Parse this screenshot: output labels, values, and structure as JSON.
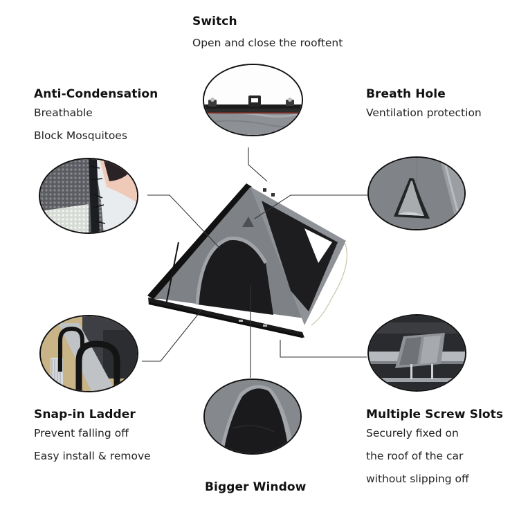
{
  "features": {
    "switch": {
      "title": "Switch",
      "lines": [
        "Open and close the rooftent"
      ]
    },
    "anti_condensation": {
      "title": "Anti-Condensation",
      "lines": [
        "Breathable",
        "Block Mosquitoes"
      ]
    },
    "breath_hole": {
      "title": "Breath Hole",
      "lines": [
        "Ventilation protection"
      ]
    },
    "snap_in_ladder": {
      "title": "Snap-in Ladder",
      "lines": [
        "Prevent falling off",
        "Easy install & remove"
      ]
    },
    "multiple_screw_slots": {
      "title": "Multiple Screw Slots",
      "lines": [
        "Securely fixed on",
        "the roof of the car",
        "without slipping off"
      ]
    },
    "bigger_window": {
      "title": "Bigger Window"
    }
  },
  "colors": {
    "tent_fabric": "#7d8084",
    "tent_fabric_light": "#9a9da1",
    "mesh": "#1c1c1e",
    "frame": "#151515",
    "callout_line": "#333333",
    "circle_border": "#111111"
  }
}
